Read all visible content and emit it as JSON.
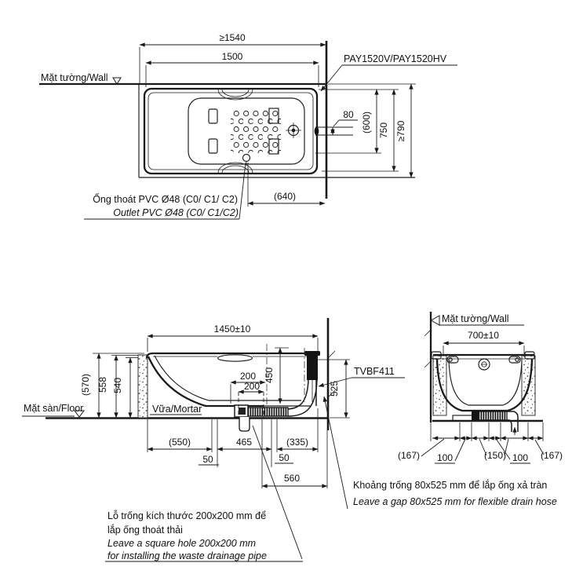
{
  "top_view": {
    "model": "PAY1520V/PAY1520HV",
    "wall_label": "Mặt tường/Wall",
    "outlet_label_vi": "Ống thoát PVC Ø48 (C0/ C1/ C2)",
    "outlet_label_en": "Outlet PVC Ø48 (C0/ C1/C2)",
    "dims": {
      "overall_length": "≥1540",
      "tub_length": "1500",
      "gap": "80",
      "inner_width": "(600)",
      "tub_width": "750",
      "overall_width": "≥790",
      "drain_offset": "(640)"
    }
  },
  "side_view": {
    "floor_label": "Mặt sàn/Floor",
    "mortar_label": "Vữa/Mortar",
    "drain_kit": "TVBF411",
    "dims": {
      "length": "1450±10",
      "h570": "(570)",
      "h558": "558",
      "h540": "540",
      "hole_offset": "200",
      "hole_size": "200",
      "depth": "450",
      "gap_height": "525",
      "s550": "(550)",
      "s465": "465",
      "s335": "(335)",
      "g50a": "50",
      "g50b": "50",
      "s560": "560"
    }
  },
  "end_view": {
    "wall_label": "Mặt tường/Wall",
    "dims": {
      "width": "700±10",
      "s167a": "(167)",
      "s100a": "100",
      "s150": "(150)",
      "s100b": "100",
      "s167b": "(167)"
    }
  },
  "notes": {
    "gap_vi": "Khoảng trống 80x525 mm để lắp ống xả tràn",
    "gap_en": "Leave a gap 80x525 mm for flexible drain hose",
    "hole_vi1": "Lỗ trống kích thước 200x200 mm để",
    "hole_vi2": "lắp ống thoát thải",
    "hole_en1": "Leave a square hole  200x200 mm",
    "hole_en2": "for installing the waste drainage pipe"
  }
}
